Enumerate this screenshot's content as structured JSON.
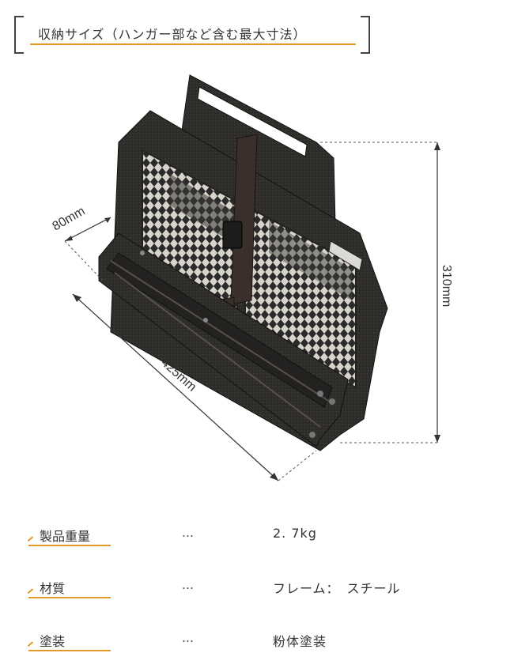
{
  "header": {
    "title": "収納サイズ（ハンガー部など含む最大寸法）"
  },
  "dimensions": {
    "depth": "80mm",
    "width": "425mm",
    "height": "310mm"
  },
  "specs": [
    {
      "label": "製品重量",
      "separator": "…",
      "value": "2. 7kg"
    },
    {
      "label": "材質",
      "separator": "…",
      "value": "フレーム：　スチール"
    },
    {
      "label": "塗装",
      "separator": "…",
      "value": "粉体塗装"
    }
  ],
  "colors": {
    "accent": "#e39a25",
    "frame": "#2b2b2b"
  }
}
